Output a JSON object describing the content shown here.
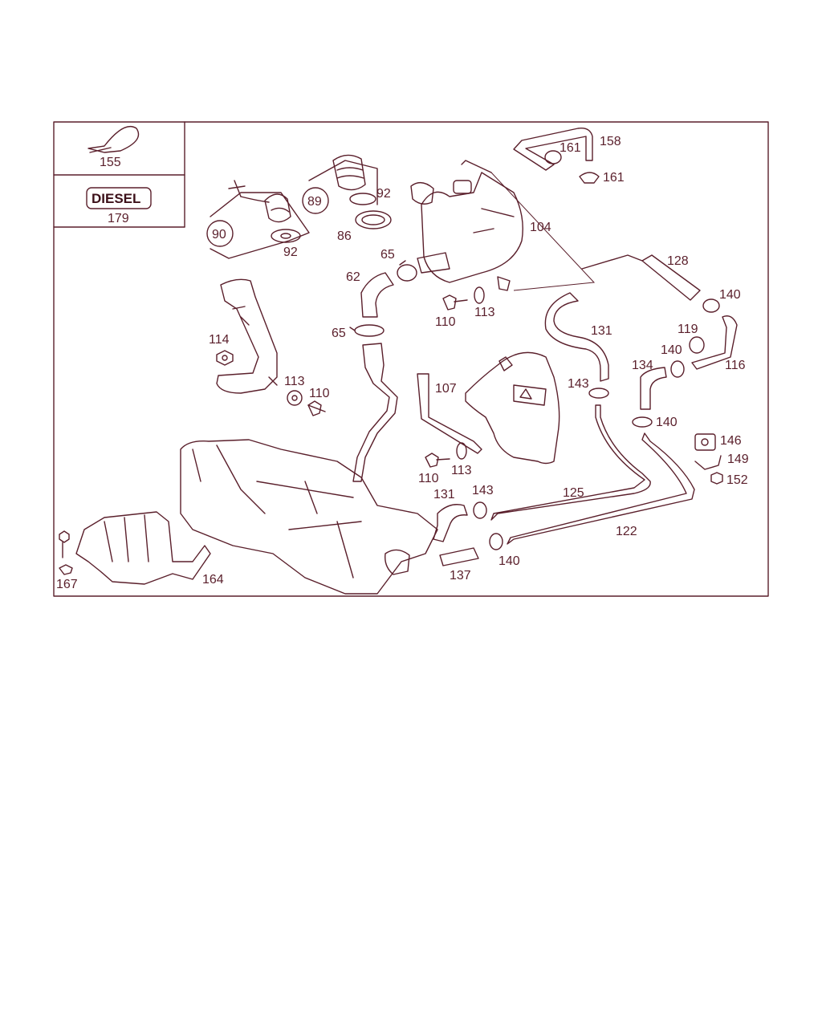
{
  "colors": {
    "ink": "#5a1f2b",
    "background": "#ffffff"
  },
  "inset": {
    "tag_text": "DIESEL",
    "tag_part": "179",
    "clip_part": "155"
  },
  "circled_parts": [
    "90",
    "89"
  ],
  "part_labels": [
    "161",
    "158",
    "161",
    "92",
    "104",
    "86",
    "92",
    "65",
    "128",
    "62",
    "140",
    "113",
    "110",
    "131",
    "119",
    "65",
    "140",
    "114",
    "134",
    "116",
    "143",
    "107",
    "113",
    "110",
    "140",
    "146",
    "149",
    "152",
    "113",
    "110",
    "143",
    "131",
    "125",
    "122",
    "140",
    "137",
    "164",
    "167"
  ]
}
